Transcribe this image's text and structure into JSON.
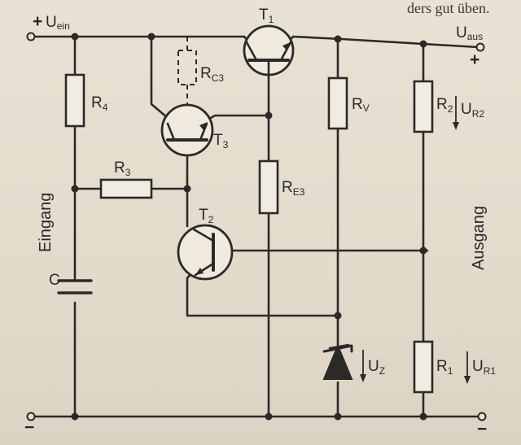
{
  "header_text": "ders gut üben.",
  "labels": {
    "t1": "T",
    "t1_sub": "1",
    "t2": "T",
    "t2_sub": "2",
    "t3": "T",
    "t3_sub": "3",
    "r4": "R",
    "r4_sub": "4",
    "r3": "R",
    "r3_sub": "3",
    "rc3": "R",
    "rc3_sub": "C3",
    "re3": "R",
    "re3_sub": "E3",
    "rv": "R",
    "rv_sub": "V",
    "r2": "R",
    "r2_sub": "2",
    "r1": "R",
    "r1_sub": "1",
    "ur2": "U",
    "ur2_sub": "R2",
    "ur1": "U",
    "ur1_sub": "R1",
    "uz": "U",
    "uz_sub": "Z",
    "c": "C",
    "uein_plus": "+",
    "uein": "U",
    "uein_sub": "ein",
    "uaus": "U",
    "uaus_sub": "aus",
    "plus_out": "+",
    "minus_in": "−",
    "minus_out": "−",
    "eingang": "Eingang",
    "ausgang": "Ausgang"
  }
}
